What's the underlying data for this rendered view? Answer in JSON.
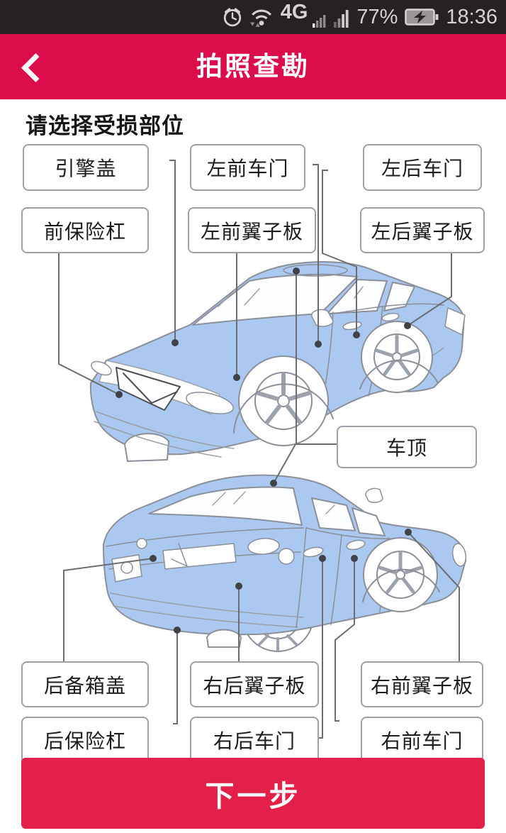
{
  "status_bar": {
    "time": "18:36",
    "battery_percent": "77%",
    "network_label": "4G",
    "icons": [
      "alarm-icon",
      "wifi-icon",
      "signal-bars",
      "battery-charging-icon"
    ]
  },
  "header": {
    "title": "拍照查勘"
  },
  "main": {
    "instruction": "请选择受损部位"
  },
  "parts": {
    "front_view": {
      "row1": [
        "引擎盖",
        "左前车门",
        "左后车门"
      ],
      "row2": [
        "前保险杠",
        "左前翼子板",
        "左后翼子板"
      ]
    },
    "roof": "车顶",
    "rear_view": {
      "row1": [
        "后备箱盖",
        "右后翼子板",
        "右前翼子板"
      ],
      "row2": [
        "后保险杠",
        "右后车门",
        "右前车门"
      ]
    }
  },
  "footer": {
    "next_button": "下一步"
  },
  "colors": {
    "header_accent": "#dc0d4b",
    "button_accent": "#e32049",
    "car_fill": "#abc8f1",
    "car_stroke": "#8a8f98",
    "leader_line": "#6a6d72",
    "status_bg": "#262124"
  }
}
